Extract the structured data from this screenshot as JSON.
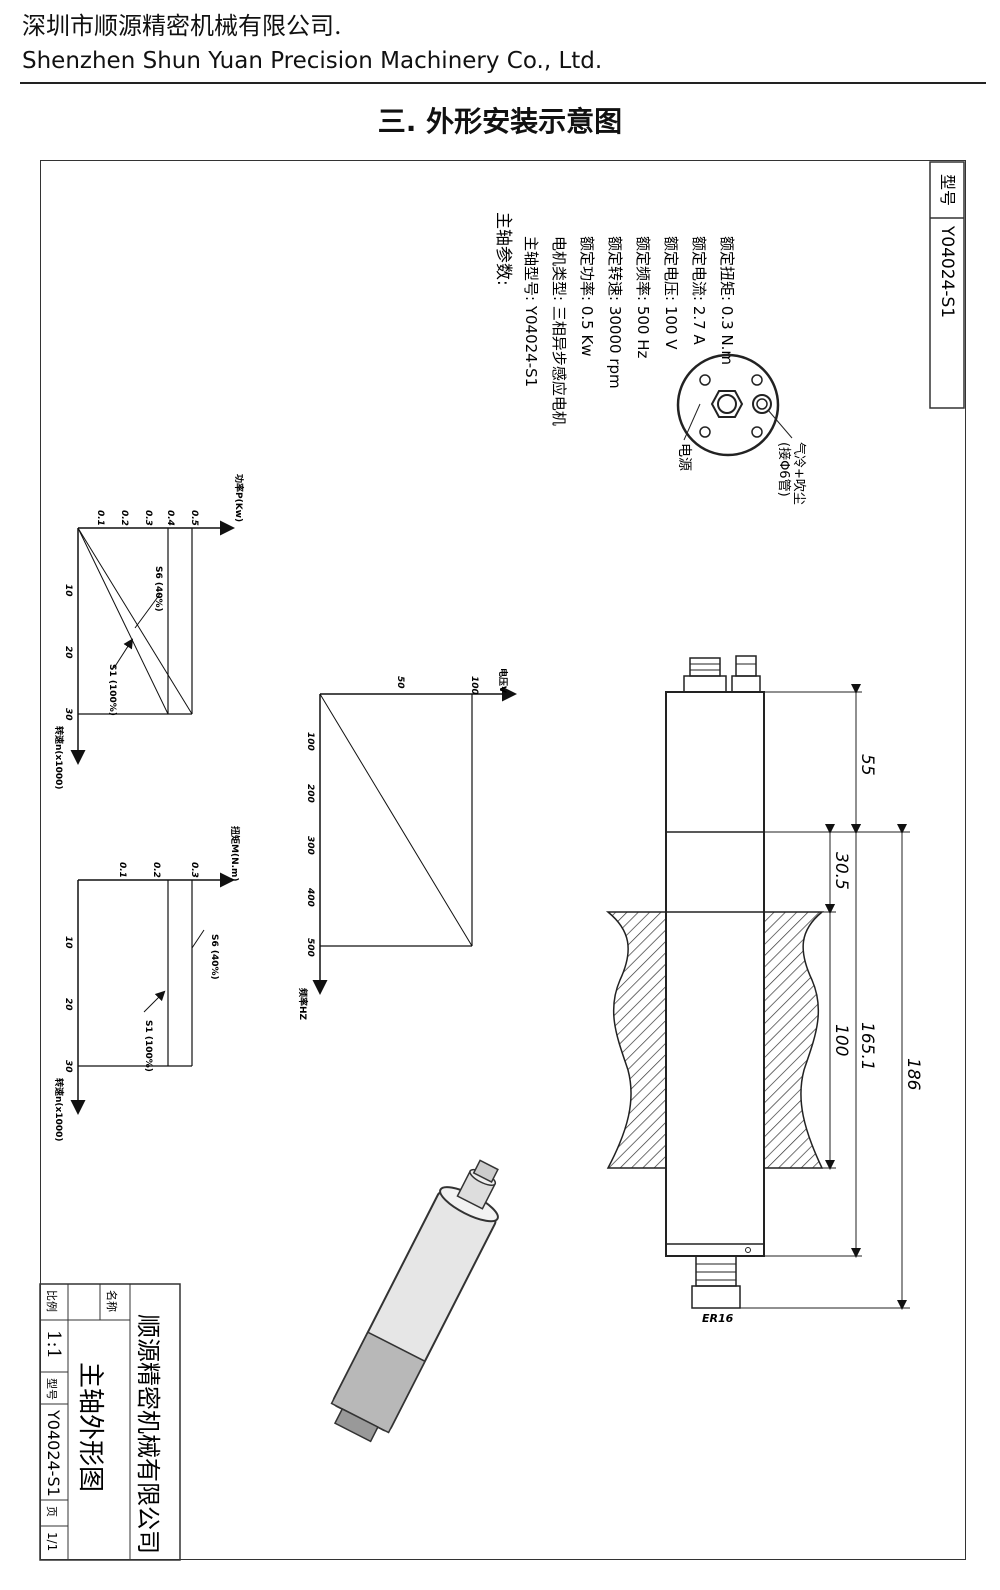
{
  "header": {
    "company_cn": "深圳市顺源精密机械有限公司.",
    "company_en": "Shenzhen Shun Yuan Precision Machinery Co., Ltd."
  },
  "title": "三. 外形安装示意图",
  "model_box": {
    "label": "型号",
    "value": "Y04024-S1"
  },
  "params": {
    "heading": "主轴参数:",
    "rows": [
      "主轴型号:  Y04024-S1",
      "电机类型:  三相异步感应电机",
      "额定功率:  0.5 Kw",
      "额定转速:  30000 rpm",
      "额定频率:  500 Hz",
      "额定电压:  100 V",
      "额定电流:  2.7 A",
      "额定扭矩:  0.3 N.m"
    ]
  },
  "connector": {
    "power_label": "电源",
    "air_label": "气冷+吹尘",
    "air_sub": "(接Φ6管)"
  },
  "power_chart": {
    "ylabel": "功率P(Kw)",
    "xlabel": "转速n(x1000)",
    "yticks": [
      "0.1",
      "0.2",
      "0.3",
      "0.4",
      "0.5"
    ],
    "xticks": [
      "10",
      "20",
      "30"
    ],
    "s6": "S6 (40%)",
    "s1": "S1 (100%)"
  },
  "torque_chart": {
    "ylabel": "扭矩M(N.m)",
    "xlabel": "转速n(x1000)",
    "yticks": [
      "0.1",
      "0.2",
      "0.3"
    ],
    "xticks": [
      "10",
      "20",
      "30"
    ],
    "s6": "S6 (40%)",
    "s1": "S1 (100%)"
  },
  "voltage_chart": {
    "ylabel": "电压V",
    "xlabel": "频率HZ",
    "yticks": [
      "50",
      "100"
    ],
    "xticks": [
      "100",
      "200",
      "300",
      "400",
      "500"
    ]
  },
  "dimensions": {
    "d55": "55",
    "d30_5": "30.5",
    "d100": "100",
    "d165_1": "165.1",
    "d186": "186",
    "collet": "ER16"
  },
  "title_block": {
    "company": "顺源精密机械有限公司",
    "drawing_name": "主轴外形图",
    "name_label": "名称",
    "scale_label": "比例",
    "scale": "1:1",
    "model_label": "型号",
    "model": "Y04024-S1",
    "page_label": "页",
    "page": "1/1"
  }
}
